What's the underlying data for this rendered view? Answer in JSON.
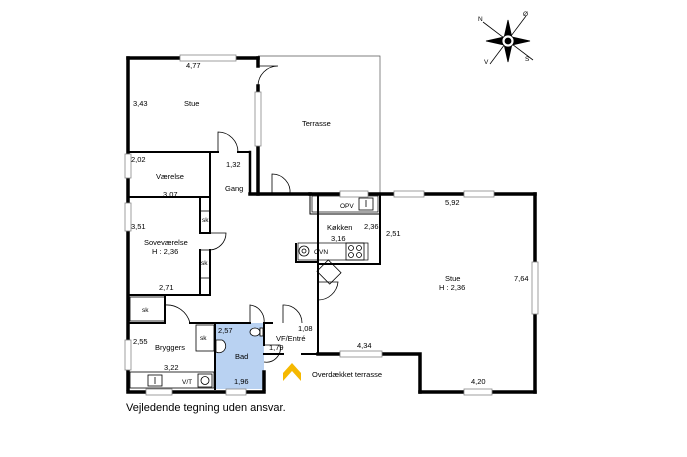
{
  "rooms": {
    "stue_top": "Stue",
    "terrasse": "Terrasse",
    "vaerelse": "Værelse",
    "gang": "Gang",
    "sovevaerelse": "Soveværelse",
    "sovevaerelse_height": "H : 2,36",
    "koekken": "Køkken",
    "stue_main": "Stue",
    "stue_main_height": "H : 2,36",
    "bryggers": "Bryggers",
    "bad": "Bad",
    "vf_entre": "VF/Entré",
    "overdaekket": "Overdækket terrasse"
  },
  "fixtures": {
    "skab1": "sk",
    "skab2": "sk",
    "skab3": "sk",
    "skab4": "sk",
    "opv": "OPV",
    "ovn": "OVN",
    "vt": "V/T"
  },
  "dimensions": {
    "stue_top_width": "4,77",
    "stue_top_depth": "3,43",
    "vaerelse_depth": "2,02",
    "gang_width": "1,32",
    "vaerelse_width": "3,07",
    "sove_depth": "3,51",
    "sove_width": "2,71",
    "koekken_depth": "2,36",
    "koekken_width": "3,16",
    "koekken_side": "2,51",
    "stue_main_width": "5,92",
    "stue_main_depth": "7,64",
    "stue_main_bottom": "4,20",
    "overdaekket_width": "4,34",
    "bryggers_depth": "2,55",
    "bryggers_width": "3,22",
    "bad_depth": "2,57",
    "bad_width": "1,96",
    "entre_width": "1,08",
    "entre_depth": "1,79"
  },
  "compass": {
    "n": "N",
    "e": "Ø",
    "s": "S",
    "w": "V"
  },
  "disclaimer": "Vejledende tegning uden ansvar.",
  "colors": {
    "wall": "#000000",
    "bathroom": "#b9d2f2",
    "window": "#9a9a9a",
    "entrance_arrow": "#f5b800"
  }
}
